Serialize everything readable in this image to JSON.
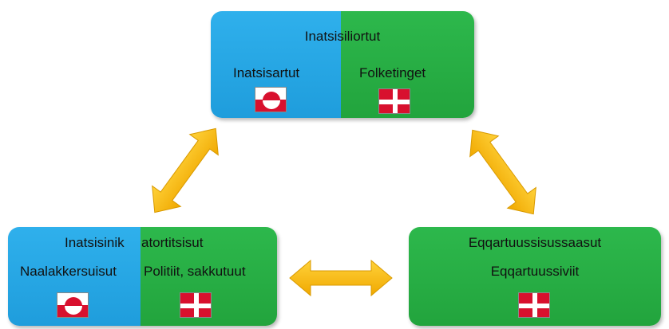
{
  "top_box": {
    "title": "Inatsisiliortut",
    "left_label": "Inatsisartut",
    "right_label": "Folketinget"
  },
  "left_box": {
    "title_left": "Inatsisinik",
    "title_right": "atortitsisut",
    "left_label": "Naalakkersuisut",
    "right_label": "Politiit, sakkutuut"
  },
  "right_box": {
    "title": "Eqqartuussisussaasut",
    "label": "Eqqartuussiviit"
  },
  "colors": {
    "greenland_side": "#1f9ddc",
    "denmark_side": "#22a43d",
    "arrow": "#f7b711",
    "flag_red": "#d8102e"
  },
  "icons": [
    "greenland-flag-icon",
    "denmark-flag-icon",
    "double-arrow-icon"
  ]
}
